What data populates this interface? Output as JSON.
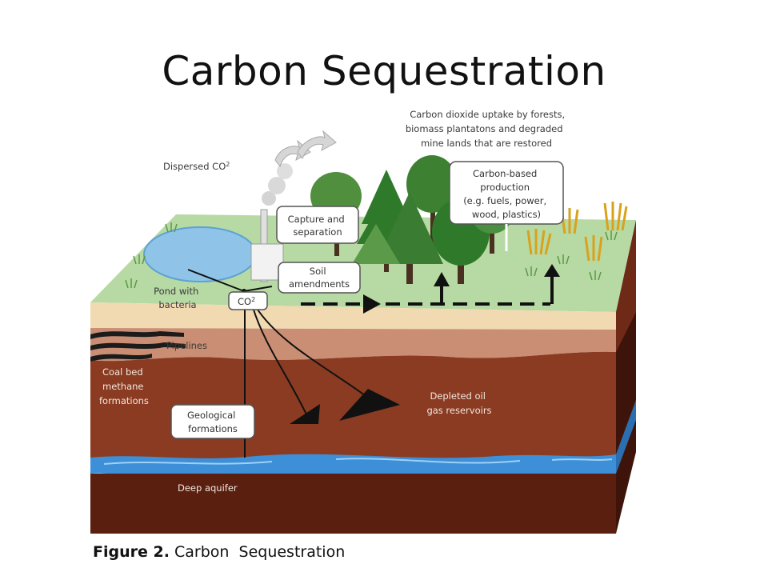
{
  "title": "Carbon Sequestration",
  "caption": {
    "label": "Figure 2.",
    "text": "Carbon  Sequestration"
  },
  "diagram": {
    "uptake_note": [
      "Carbon dioxide uptake by forests,",
      "biomass plantatons and degraded",
      "mine lands that are restored"
    ],
    "dispersed": "Dispersed CO",
    "dispersed_sub": "2",
    "capture_box": [
      "Capture and",
      "separation"
    ],
    "soil_box": [
      "Soil",
      "amendments"
    ],
    "carbon_box": [
      "Carbon-based",
      "production",
      "(e.g. fuels, power,",
      "wood, plastics)"
    ],
    "co2_box": "CO",
    "co2_sub": "2",
    "pond": [
      "Pond with",
      "bacteria"
    ],
    "pipelines": "Pipelines",
    "coal": [
      "Coal bed",
      "methane",
      "formations"
    ],
    "geological_box": [
      "Geological",
      "formations"
    ],
    "depleted": [
      "Depleted oil",
      "gas reservoirs"
    ],
    "aquifer": "Deep aquifer"
  },
  "colors": {
    "grass": "#b7d9a4",
    "topsoil": "#f1d9b2",
    "mid_soil": "#c98e73",
    "deep_soil": "#8a3b22",
    "bottom_soil": "#5b1f10",
    "water": "#3d8fd8",
    "tree": "#2f7a2a"
  }
}
